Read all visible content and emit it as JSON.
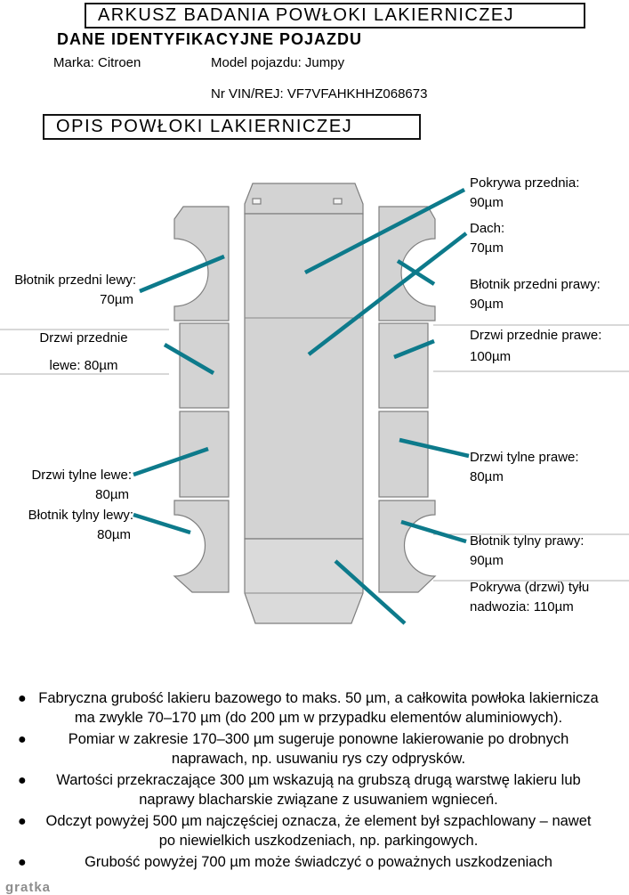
{
  "header": {
    "title": "ARKUSZ BADANIA POWŁOKI LAKIERNICZEJ",
    "subtitle": "DANE IDENTYFIKACYJNE POJAZDU",
    "brand_label": "Marka:",
    "brand_value": "Citroen",
    "model_label": "Model pojazdu:",
    "model_value": "Jumpy",
    "vin_label": "Nr VIN/REJ:",
    "vin_value": "VF7VFAHKHHZ068673",
    "section_title": "OPIS POWŁOKI LAKIERNICZEJ"
  },
  "diagram": {
    "labels": {
      "pokrywa_przednia": {
        "name": "Pokrywa przednia:",
        "value": "90µm"
      },
      "dach": {
        "name": "Dach:",
        "value": "70µm"
      },
      "blotnik_przedni_lewy": {
        "name": "Błotnik przedni lewy:",
        "value": "70µm"
      },
      "drzwi_przednie_lewe": {
        "name": "Drzwi przednie",
        "value": "lewe: 80µm"
      },
      "drzwi_tylne_lewe": {
        "name": "Drzwi tylne lewe:",
        "value": "80µm"
      },
      "blotnik_tylny_lewy": {
        "name": "Błotnik tylny lewy:",
        "value": "80µm"
      },
      "blotnik_przedni_prawy": {
        "name": "Błotnik przedni prawy:",
        "value": "90µm"
      },
      "drzwi_przednie_prawe": {
        "name": "Drzwi przednie prawe:",
        "value": "100µm"
      },
      "drzwi_tylne_prawe": {
        "name": "Drzwi tylne prawe:",
        "value": "80µm"
      },
      "blotnik_tylny_prawy": {
        "name": "Błotnik tylny prawy:",
        "value": "90µm"
      },
      "pokrywa_tylu": {
        "name": "Pokrywa (drzwi) tyłu",
        "value": "nadwozia: 110µm"
      }
    }
  },
  "notes": [
    "Fabryczna grubość lakieru bazowego to maks. 50 µm, a całkowita powłoka lakiernicza ma zwykle 70–170 µm (do 200 µm w przypadku elementów aluminiowych).",
    "Pomiar w zakresie 170–300 µm sugeruje ponowne lakierowanie po drobnych naprawach, np. usuwaniu rys czy odprysków.",
    "Wartości przekraczające 300 µm wskazują na grubszą drugą warstwę lakieru lub naprawy blacharskie związane z usuwaniem wgnieceń.",
    "Odczyt powyżej 500 µm najczęściej oznacza, że element był szpachlowany – nawet po niewielkich uszkodzeniach, np. parkingowych.",
    "Grubość powyżej 700 µm może świadczyć o poważnych uszkodzeniach"
  ],
  "watermark": "gratka",
  "colors": {
    "accent_teal": "#0d7a8b",
    "panel_gray": "#d3d3d3",
    "panel_light_gray": "#dadada",
    "outline_gray": "#7e7e7e"
  }
}
